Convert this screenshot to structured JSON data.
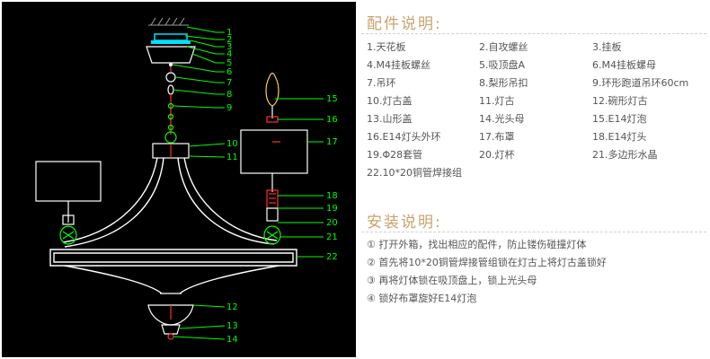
{
  "diagram": {
    "callouts": [
      "1",
      "2",
      "3",
      "4",
      "5",
      "6",
      "7",
      "8",
      "9",
      "10",
      "11",
      "12",
      "13",
      "14",
      "15",
      "16",
      "17",
      "18",
      "19",
      "20",
      "21",
      "22"
    ]
  },
  "parts": {
    "title": "配件说明:",
    "items": [
      "1.天花板",
      "2.自攻螺丝",
      "3.挂板",
      "4.M4挂板螺丝",
      "5.吸顶盘A",
      "6.M4挂板螺母",
      "7.吊环",
      "8.梨形吊扣",
      "9.环形跑道吊环60cm",
      "10.灯古盖",
      "11.灯古",
      "12.碗形灯古",
      "13.山形盖",
      "14.光头母",
      "15.E14灯泡",
      "16.E14灯头外环",
      "17.布罩",
      "18.E14灯头",
      "19.Φ28套管",
      "20.灯杯",
      "21.多边形水晶",
      "22.10*20铜管焊接组"
    ]
  },
  "install": {
    "title": "安装说明:",
    "steps": [
      "① 打开外箱，找出相应的配件，防止镂伤碰撞灯体",
      "② 首先将10*20铜管焊接管组锁在灯古上将灯古盖锁好",
      "③ 再将灯体锁在吸顶盘上，锁上光头母",
      "④ 锁好布罩旋好E14灯泡"
    ]
  },
  "colors": {
    "diagram_bg": "#000000",
    "frame": "#ffffff",
    "callout": "#00ff00",
    "heading": "#c9a36b",
    "text": "#555555"
  }
}
